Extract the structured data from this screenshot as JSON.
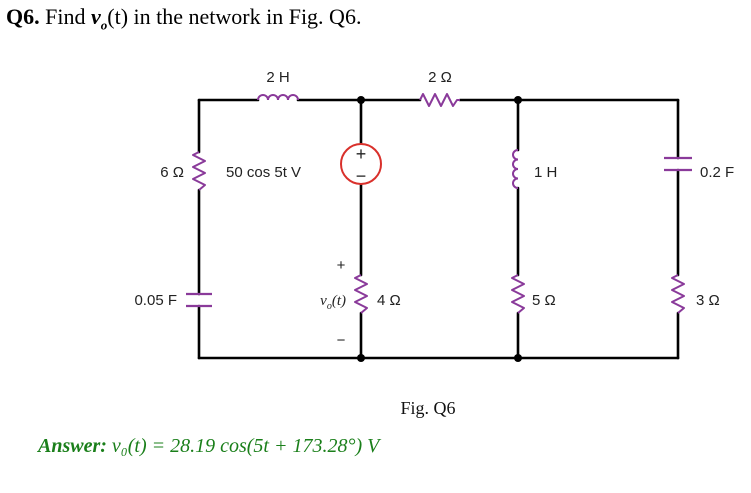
{
  "question": {
    "number": "Q6.",
    "text_before": "Find",
    "var": "v",
    "var_sub": "o",
    "text_after": "(t) in the network in Fig. Q6."
  },
  "labels": {
    "L1": "2 H",
    "R1": "2 Ω",
    "R6": "6 Ω",
    "source": "50 cos 5t V",
    "source_plus": "+",
    "source_minus": "−",
    "L2": "1 H",
    "C2": "0.2 F",
    "C1": "0.05 F",
    "vo_plus": "+",
    "vo_minus": "−",
    "vo": "v",
    "vo_sub": "o",
    "vo_t": "(t)",
    "R4": "4 Ω",
    "R5": "5 Ω",
    "R3": "3 Ω"
  },
  "figure_caption": "Fig. Q6",
  "answer": {
    "label": "Answer:",
    "expression": "v₀(t) = 28.19 cos(5t + 173.28°) V"
  }
}
